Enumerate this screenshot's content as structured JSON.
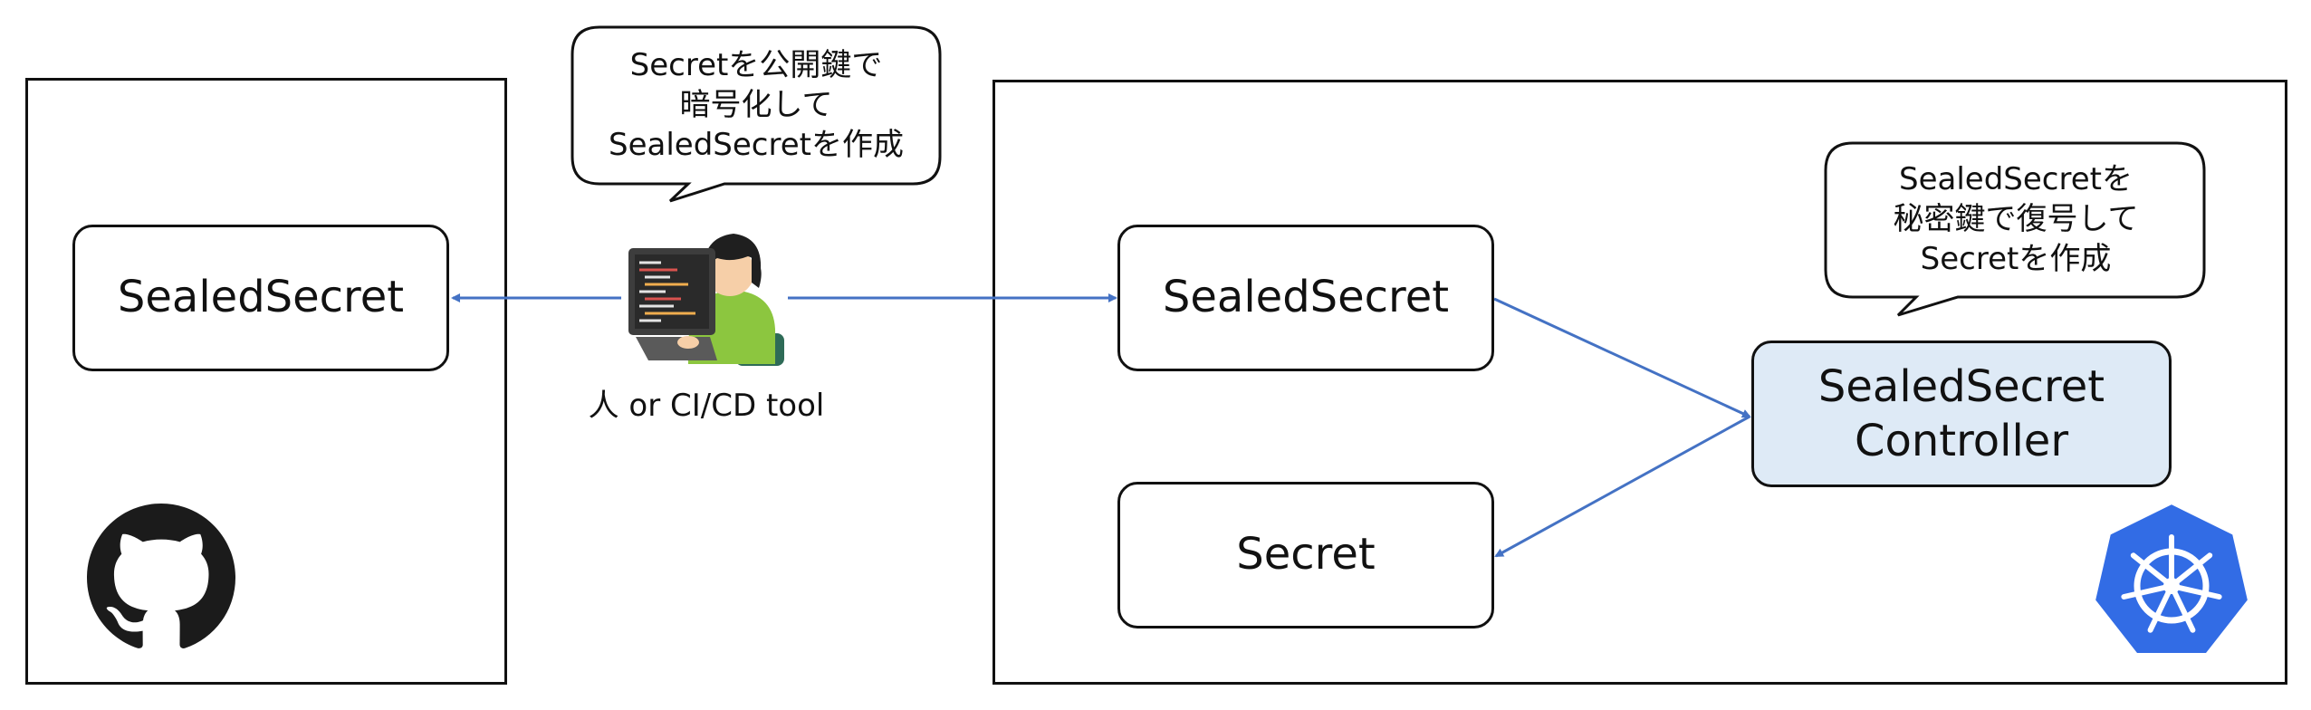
{
  "git_repo": {
    "sealed_secret_label": "SealedSecret",
    "logo_icon": "github-octocat-icon"
  },
  "person": {
    "label": "人 or CI/CD tool",
    "icon": "person-with-laptop-icon",
    "callout": {
      "lines": [
        "Secretを公開鍵で",
        "暗号化して",
        "SealedSecretを作成"
      ]
    }
  },
  "cluster": {
    "sealed_secret_label": "SealedSecret",
    "secret_label": "Secret",
    "controller": {
      "lines": [
        "SealedSecret",
        "Controller"
      ]
    },
    "callout": {
      "lines": [
        "SealedSecretを",
        "秘密鍵で復号して",
        "Secretを作成"
      ]
    },
    "logo_icon": "kubernetes-wheel-icon"
  },
  "colors": {
    "arrow": "#4472c4",
    "controller_fill": "#deeaf6",
    "kubernetes_blue": "#326ce5",
    "person_shirt": "#8cc63f"
  }
}
